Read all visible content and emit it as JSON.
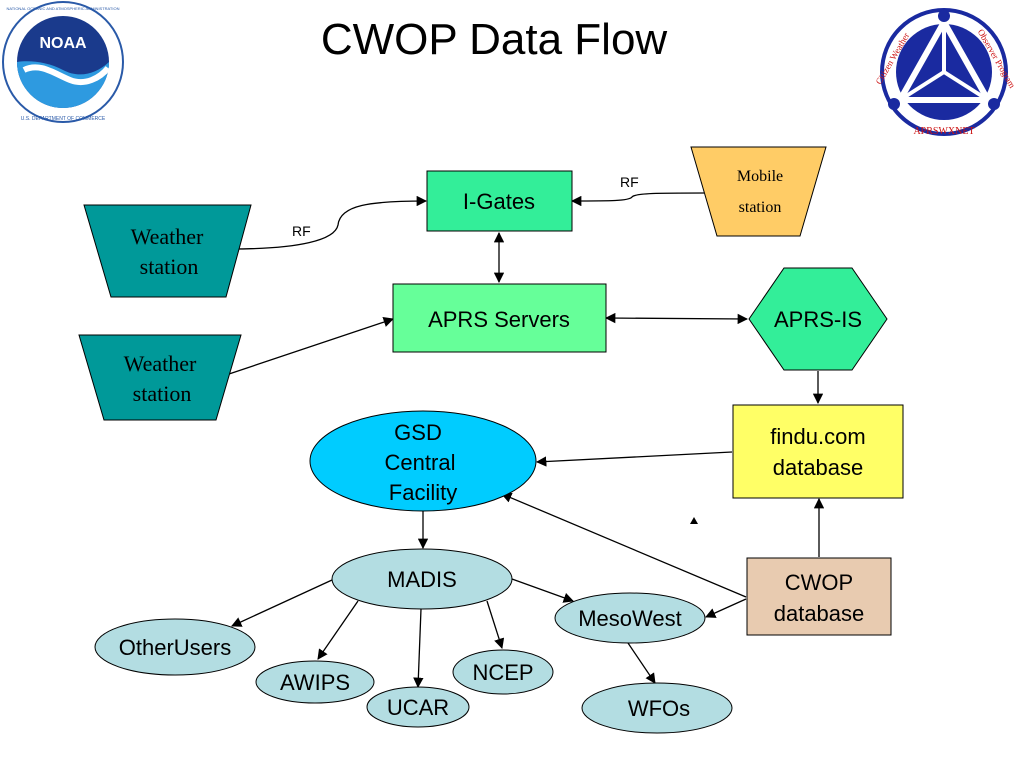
{
  "title": "CWOP Data Flow",
  "logos": {
    "left": {
      "name": "noaa-logo",
      "text": "NOAA",
      "ring_top": "NATIONAL OCEANIC AND ATMOSPHERIC ADMINISTRATION",
      "ring_bottom": "U.S. DEPARTMENT OF COMMERCE"
    },
    "right": {
      "name": "cwop-logo",
      "ring_left": "Citizen Weather",
      "ring_right": "Observer Program",
      "ring_bottom": "APRSWXNET"
    }
  },
  "nodes": {
    "igates": "I-Gates",
    "mobile_station": [
      "Mobile",
      "station"
    ],
    "weather_station_1": [
      "Weather",
      "station"
    ],
    "weather_station_2": [
      "Weather",
      "station"
    ],
    "aprs_servers": "APRS Servers",
    "aprs_is": "APRS-IS",
    "gsd": [
      "GSD",
      "Central",
      "Facility"
    ],
    "findu": [
      "findu.com",
      "database"
    ],
    "madis": "MADIS",
    "cwop_db": [
      "CWOP",
      "database"
    ],
    "mesowest": "MesoWest",
    "other_users": "OtherUsers",
    "awips": "AWIPS",
    "ucar": "UCAR",
    "ncep": "NCEP",
    "wfos": "WFOs"
  },
  "edge_labels": {
    "rf_mobile": "RF",
    "rf_weather": "RF"
  },
  "colors": {
    "igates": "#33ee99",
    "servers": "#66ff99",
    "aprs_is": "#33ee99",
    "mobile": "#ffcc66",
    "weather": "#009999",
    "gsd": "#00ccff",
    "findu": "#ffff66",
    "cwop_db": "#e8cbb0",
    "madis_group": "#b3dde2"
  }
}
